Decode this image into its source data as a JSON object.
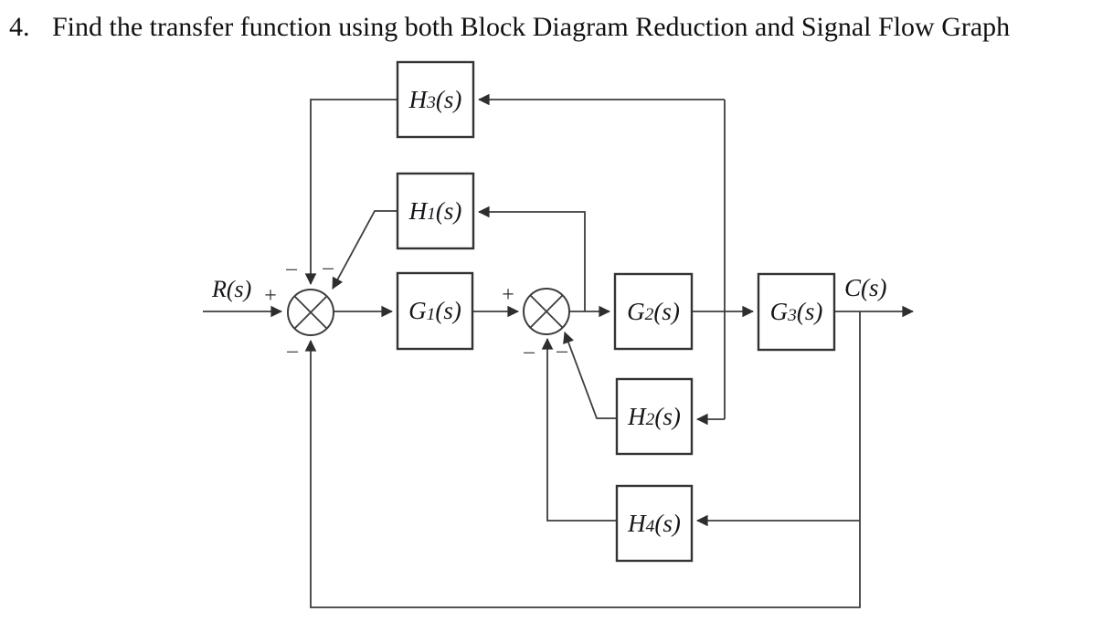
{
  "title": {
    "number": "4.",
    "text": "Find the transfer function using both Block Diagram Reduction and Signal Flow Graph"
  },
  "terminals": {
    "input": {
      "base": "R",
      "suffix": "(s)"
    },
    "output": {
      "base": "C",
      "suffix": "(s)"
    }
  },
  "blocks": {
    "h3": {
      "base": "H",
      "sub": "3",
      "suffix": "(s)"
    },
    "h1": {
      "base": "H",
      "sub": "1",
      "suffix": "(s)"
    },
    "g1": {
      "base": "G",
      "sub": "1",
      "suffix": "(s)"
    },
    "g2": {
      "base": "G",
      "sub": "2",
      "suffix": "(s)"
    },
    "g3": {
      "base": "G",
      "sub": "3",
      "suffix": "(s)"
    },
    "h2": {
      "base": "H",
      "sub": "2",
      "suffix": "(s)"
    },
    "h4": {
      "base": "H",
      "sub": "4",
      "suffix": "(s)"
    }
  },
  "signs": {
    "plus": "+",
    "minus": "−"
  },
  "colors": {
    "background": "#ffffff",
    "line": "#3d3d3d",
    "box_border": "#333333",
    "text": "#141414"
  }
}
